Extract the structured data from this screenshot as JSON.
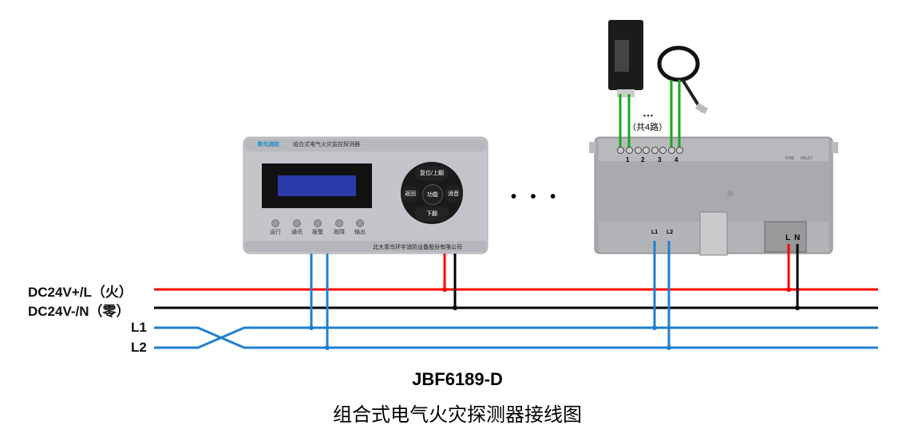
{
  "bus_labels": {
    "dc_pos": "DC24V+/L（火）",
    "dc_neg": "DC24V-/N（零）",
    "l1": "L1",
    "l2": "L2"
  },
  "monitor": {
    "brand": "青鸟消防",
    "name": "组合式电气火灾监控探测器",
    "keys": {
      "up": "复位/上翻",
      "back": "返回",
      "func": "功能",
      "mute": "消音",
      "down": "下翻"
    },
    "leds": [
      "运行",
      "通讯",
      "报警",
      "故障",
      "输出"
    ],
    "company": "北大青鸟环宇消防设备股份有限公司"
  },
  "detector": {
    "channels": [
      "1",
      "2",
      "3",
      "4"
    ],
    "status_labels": [
      "FIRE",
      "FAULT"
    ],
    "bus_terms": [
      "L1",
      "L2"
    ],
    "power_terms": [
      "L",
      "N"
    ],
    "ellipsis": "…",
    "channel_note": "（共4路）"
  },
  "between_ellipsis": "• • •",
  "title": "JBF6189-D",
  "subtitle": "组合式电气火灾探测器接线图",
  "colors": {
    "red": "#ff0000",
    "black": "#000000",
    "blue": "#1f7fd0",
    "green": "#1aa81a"
  }
}
